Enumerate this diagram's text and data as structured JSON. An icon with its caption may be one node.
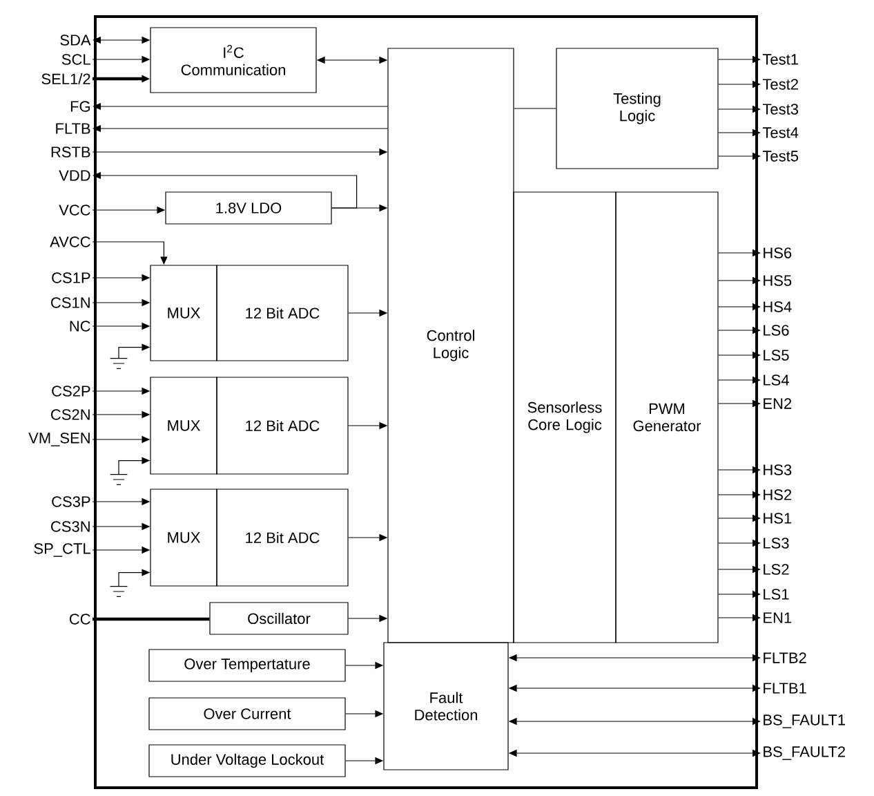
{
  "diagram": {
    "nodes": [
      {
        "text": [],
        "shape": "box"
      },
      {
        "text": [
          "I$^{2}$C Communication"
        ],
        "in": 0
      },
      {
        "text": [
          "Control Logic"
        ],
        "in": 0
      },
      {
        "text": [
          "Testing Logic"
        ],
        "in": 0
      },
      {
        "text": [
          "1.8V LDO"
        ],
        "in": 0
      },
      {
        "text": [
          "Sensorless Core Logic"
        ],
        "in": 0
      },
      {
        "text": [
          "PWM Generator"
        ],
        "in": 0
      },
      {
        "text": [
          "MUX"
        ],
        "in": 0
      },
      {
        "text": [
          "12 Bit ADC"
        ],
        "in": 0
      },
      {
        "text": [],
        "shape": "ground",
        "in": 0
      },
      {
        "text": [
          "MUX"
        ],
        "in": 0
      },
      {
        "text": [
          "12 Bit ADC"
        ],
        "in": 0
      },
      {
        "text": [],
        "shape": "ground",
        "in": 0
      },
      {
        "text": [
          "MUX"
        ],
        "in": 0
      },
      {
        "text": [
          "12 Bit ADC"
        ],
        "in": 0
      },
      {
        "text": [],
        "shape": "ground",
        "in": 0
      },
      {
        "text": [
          "Oscillator"
        ],
        "in": 0
      },
      {
        "text": [
          "Over Tempertature"
        ],
        "in": 0
      },
      {
        "text": [
          "Fault Detection"
        ],
        "in": 0
      },
      {
        "text": [
          "Over Current"
        ],
        "in": 0
      },
      {
        "text": [
          "Under Voltage Lockout"
        ],
        "in": 0
      },
      {
        "text": [
          "SDA"
        ]
      },
      {
        "text": [
          "SCL"
        ]
      },
      {
        "text": [
          "SEL1/2"
        ]
      },
      {
        "text": [
          "FG"
        ]
      },
      {
        "text": [
          "FLTB"
        ]
      },
      {
        "text": [
          "RSTB"
        ]
      },
      {
        "text": [
          "VDD"
        ]
      },
      {
        "text": [
          "VCC"
        ]
      },
      {
        "text": [
          "AVCC"
        ]
      },
      {
        "text": [
          "CS1P"
        ]
      },
      {
        "text": [
          "CS1N"
        ]
      },
      {
        "text": [
          "NC"
        ]
      },
      {
        "text": [
          "CS2P"
        ]
      },
      {
        "text": [
          "CS2N"
        ]
      },
      {
        "text": [
          "VM_SEN"
        ]
      },
      {
        "text": [
          "CS3P"
        ]
      },
      {
        "text": [
          "CS3N"
        ]
      },
      {
        "text": [
          "SP_CTL"
        ]
      },
      {
        "text": [
          "CC"
        ]
      },
      {
        "text": [
          "Test1"
        ]
      },
      {
        "text": [
          "Test2"
        ]
      },
      {
        "text": [
          "Test3"
        ]
      },
      {
        "text": [
          "Test4"
        ]
      },
      {
        "text": [
          "Test5"
        ]
      },
      {
        "text": [
          "HS6"
        ]
      },
      {
        "text": [
          "HS5"
        ]
      },
      {
        "text": [
          "HS4"
        ]
      },
      {
        "text": [
          "LS6"
        ]
      },
      {
        "text": [
          "LS5"
        ]
      },
      {
        "text": [
          "LS4"
        ]
      },
      {
        "text": [
          "EN2"
        ]
      },
      {
        "text": [
          "HS3"
        ]
      },
      {
        "text": [
          "HS2"
        ]
      },
      {
        "text": [
          "HS1"
        ]
      },
      {
        "text": [
          "LS3"
        ]
      },
      {
        "text": [
          "LS2"
        ]
      },
      {
        "text": [
          "LS1"
        ]
      },
      {
        "text": [
          "EN1"
        ]
      },
      {
        "text": [
          "FLTB2"
        ]
      },
      {
        "text": [
          "FLTB1"
        ]
      },
      {
        "text": [
          "BS_FAULT1"
        ]
      },
      {
        "text": [
          "BS_FAULT2"
        ]
      }
    ],
    "edges": [
      {
        "from": 21,
        "to": 1,
        "arrow": "both"
      },
      {
        "from": 22,
        "to": 1,
        "arrow": "to"
      },
      {
        "from": 23,
        "to": 1,
        "arrow": "to",
        "style": "thick"
      },
      {
        "from": 1,
        "to": 2,
        "arrow": "both"
      },
      {
        "from": 2,
        "to": 24,
        "arrow": "to"
      },
      {
        "from": 2,
        "to": 25,
        "arrow": "to"
      },
      {
        "from": 26,
        "to": 2,
        "arrow": "to"
      },
      {
        "from": 4,
        "to": 27,
        "arrow": "to"
      },
      {
        "from": 28,
        "to": 4,
        "arrow": "to"
      },
      {
        "from": 4,
        "to": 2,
        "arrow": "to"
      },
      {
        "from": 29,
        "to": 7,
        "arrow": "to"
      },
      {
        "from": 30,
        "to": 7,
        "arrow": "to"
      },
      {
        "from": 31,
        "to": 7,
        "arrow": "to"
      },
      {
        "from": 32,
        "to": 7,
        "arrow": "to"
      },
      {
        "from": 9,
        "to": 7,
        "arrow": "to"
      },
      {
        "from": 8,
        "to": 2,
        "arrow": "to"
      },
      {
        "from": 33,
        "to": 10,
        "arrow": "to"
      },
      {
        "from": 34,
        "to": 10,
        "arrow": "to"
      },
      {
        "from": 35,
        "to": 10,
        "arrow": "to"
      },
      {
        "from": 12,
        "to": 10,
        "arrow": "to"
      },
      {
        "from": 11,
        "to": 2,
        "arrow": "to"
      },
      {
        "from": 36,
        "to": 13,
        "arrow": "to"
      },
      {
        "from": 37,
        "to": 13,
        "arrow": "to"
      },
      {
        "from": 38,
        "to": 13,
        "arrow": "to"
      },
      {
        "from": 15,
        "to": 13,
        "arrow": "to"
      },
      {
        "from": 14,
        "to": 2,
        "arrow": "to"
      },
      {
        "from": 39,
        "to": 16,
        "arrow": "none",
        "style": "thick"
      },
      {
        "from": 16,
        "to": 2,
        "arrow": "to"
      },
      {
        "from": 2,
        "to": 3,
        "arrow": "none"
      },
      {
        "from": 3,
        "to": 40,
        "arrow": "to"
      },
      {
        "from": 3,
        "to": 41,
        "arrow": "to"
      },
      {
        "from": 3,
        "to": 42,
        "arrow": "to"
      },
      {
        "from": 3,
        "to": 43,
        "arrow": "to"
      },
      {
        "from": 3,
        "to": 44,
        "arrow": "to"
      },
      {
        "from": 6,
        "to": 45,
        "arrow": "to"
      },
      {
        "from": 6,
        "to": 46,
        "arrow": "to"
      },
      {
        "from": 6,
        "to": 47,
        "arrow": "to"
      },
      {
        "from": 6,
        "to": 48,
        "arrow": "to"
      },
      {
        "from": 6,
        "to": 49,
        "arrow": "to"
      },
      {
        "from": 6,
        "to": 50,
        "arrow": "to"
      },
      {
        "from": 6,
        "to": 51,
        "arrow": "to"
      },
      {
        "from": 6,
        "to": 52,
        "arrow": "to"
      },
      {
        "from": 6,
        "to": 53,
        "arrow": "to"
      },
      {
        "from": 6,
        "to": 54,
        "arrow": "to"
      },
      {
        "from": 6,
        "to": 55,
        "arrow": "to"
      },
      {
        "from": 6,
        "to": 56,
        "arrow": "to"
      },
      {
        "from": 6,
        "to": 57,
        "arrow": "to"
      },
      {
        "from": 6,
        "to": 58,
        "arrow": "to"
      },
      {
        "from": 17,
        "to": 18,
        "arrow": "to"
      },
      {
        "from": 19,
        "to": 18,
        "arrow": "to"
      },
      {
        "from": 20,
        "to": 18,
        "arrow": "to"
      },
      {
        "from": 18,
        "to": 59,
        "arrow": "both"
      },
      {
        "from": 18,
        "to": 60,
        "arrow": "both"
      },
      {
        "from": 18,
        "to": 61,
        "arrow": "both"
      },
      {
        "from": 18,
        "to": 62,
        "arrow": "both"
      }
    ]
  }
}
